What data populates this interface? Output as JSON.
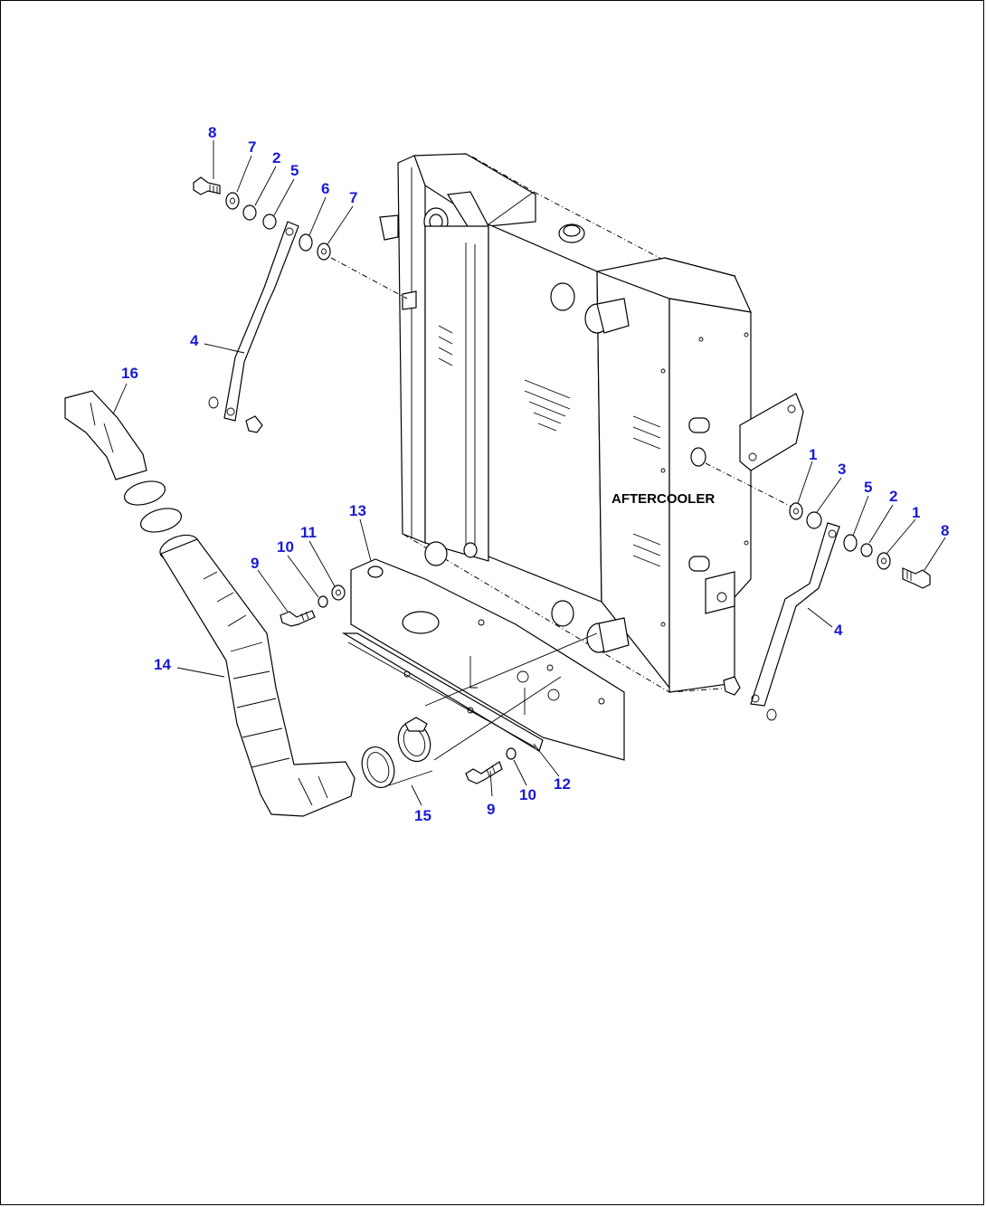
{
  "diagram": {
    "main_label": "AFTERCOOLER",
    "colors": {
      "callout": "#1a1ad6",
      "line": "#000000",
      "background": "#ffffff"
    },
    "callouts": [
      {
        "id": "c-8-top",
        "text": "8"
      },
      {
        "id": "c-7-top",
        "text": "7"
      },
      {
        "id": "c-2-top",
        "text": "2"
      },
      {
        "id": "c-5-top",
        "text": "5"
      },
      {
        "id": "c-6-top",
        "text": "6"
      },
      {
        "id": "c-7-top2",
        "text": "7"
      },
      {
        "id": "c-4-left",
        "text": "4"
      },
      {
        "id": "c-16",
        "text": "16"
      },
      {
        "id": "c-1-right",
        "text": "1"
      },
      {
        "id": "c-3-right",
        "text": "3"
      },
      {
        "id": "c-5-right",
        "text": "5"
      },
      {
        "id": "c-2-right",
        "text": "2"
      },
      {
        "id": "c-1-right2",
        "text": "1"
      },
      {
        "id": "c-8-right",
        "text": "8"
      },
      {
        "id": "c-4-right",
        "text": "4"
      },
      {
        "id": "c-13",
        "text": "13"
      },
      {
        "id": "c-11",
        "text": "11"
      },
      {
        "id": "c-10-left",
        "text": "10"
      },
      {
        "id": "c-9-left",
        "text": "9"
      },
      {
        "id": "c-14",
        "text": "14"
      },
      {
        "id": "c-12",
        "text": "12"
      },
      {
        "id": "c-10-bottom",
        "text": "10"
      },
      {
        "id": "c-9-bottom",
        "text": "9"
      },
      {
        "id": "c-15",
        "text": "15"
      }
    ]
  }
}
